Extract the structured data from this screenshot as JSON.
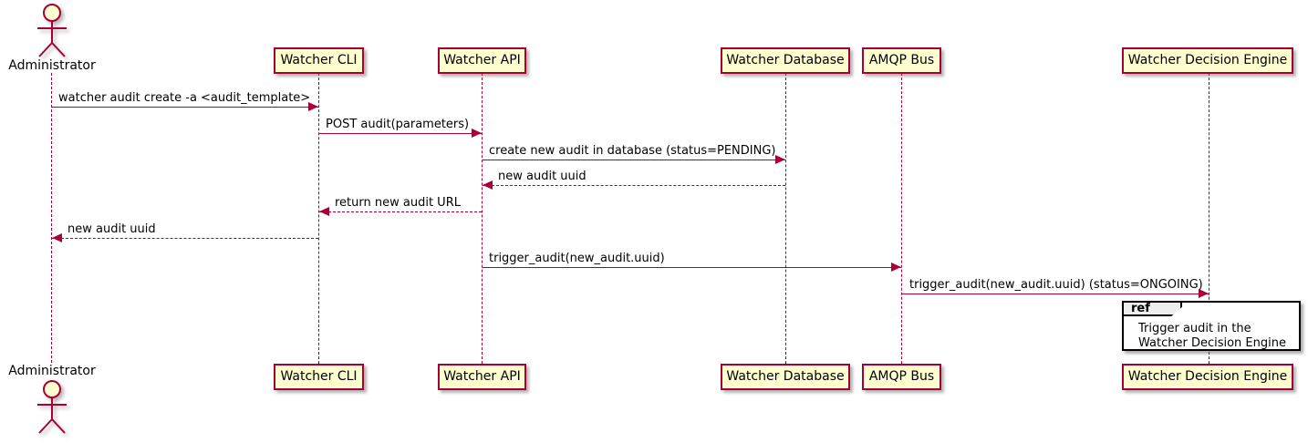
{
  "diagram_type": "sequence-diagram",
  "participants": [
    {
      "label": "Administrator",
      "kind": "actor"
    },
    {
      "label": "Watcher CLI",
      "kind": "participant"
    },
    {
      "label": "Watcher API",
      "kind": "participant"
    },
    {
      "label": "Watcher Database",
      "kind": "participant"
    },
    {
      "label": "AMQP Bus",
      "kind": "participant"
    },
    {
      "label": "Watcher Decision Engine",
      "kind": "participant"
    }
  ],
  "messages": [
    {
      "text": "watcher audit create -a <audit_template>",
      "from": "Administrator",
      "to": "Watcher CLI",
      "line": "solid"
    },
    {
      "text": "POST audit(parameters)",
      "from": "Watcher CLI",
      "to": "Watcher API",
      "line": "solid"
    },
    {
      "text": "create new audit in database (status=PENDING)",
      "from": "Watcher API",
      "to": "Watcher Database",
      "line": "solid"
    },
    {
      "text": "new audit uuid",
      "from": "Watcher Database",
      "to": "Watcher API",
      "line": "dashed"
    },
    {
      "text": "return new audit URL",
      "from": "Watcher API",
      "to": "Watcher CLI",
      "line": "dashed"
    },
    {
      "text": "new audit uuid",
      "from": "Watcher CLI",
      "to": "Administrator",
      "line": "dashed"
    },
    {
      "text": "trigger_audit(new_audit.uuid)",
      "from": "Watcher API",
      "to": "AMQP Bus",
      "line": "solid"
    },
    {
      "text": "trigger_audit(new_audit.uuid) (status=ONGOING)",
      "from": "AMQP Bus",
      "to": "Watcher Decision Engine",
      "line": "solid"
    }
  ],
  "ref_fragment": {
    "keyword": "ref",
    "text_lines": [
      "Trigger audit in the",
      "Watcher Decision Engine"
    ]
  },
  "colors": {
    "participant_fill": "#FEFECE",
    "stroke": "#A80036",
    "text": "#000000",
    "ref_border": "#000000",
    "ref_tab_fill": "#EEEEEE"
  }
}
